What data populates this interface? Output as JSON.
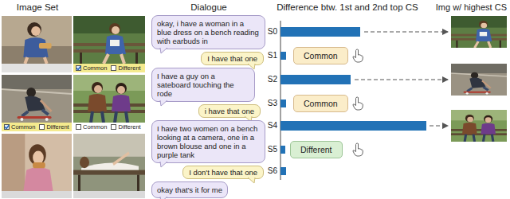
{
  "diagram": {
    "nodes": [
      {
        "text": [
          "okay, i have a woman in a blue dress on a bench reading with earbuds in"
        ]
      },
      {
        "text": [
          "I have that one"
        ]
      },
      {
        "text": [
          "I have a guy on a sateboard touching the rode"
        ]
      },
      {
        "text": [
          "i have that one"
        ]
      },
      {
        "text": [
          "I have two women on a bench looking at a camera, one in a brown blouse and one in a purple tank"
        ]
      },
      {
        "text": [
          "I don't have that one"
        ]
      },
      {
        "text": [
          "okay that's it for me"
        ]
      },
      {
        "text": [
          "Common"
        ]
      },
      {
        "text": [
          "Common"
        ]
      },
      {
        "text": [
          "Different"
        ]
      }
    ],
    "labels": [
      "Image Set",
      "Dialogue",
      "Difference btw. 1st and 2nd top CS",
      "Img w/ highest CS",
      "Common",
      "Different",
      "Common",
      "Different",
      "Common",
      "Different",
      "S0",
      "S1",
      "S2",
      "S3",
      "S4",
      "S5",
      "S6"
    ]
  }
}
